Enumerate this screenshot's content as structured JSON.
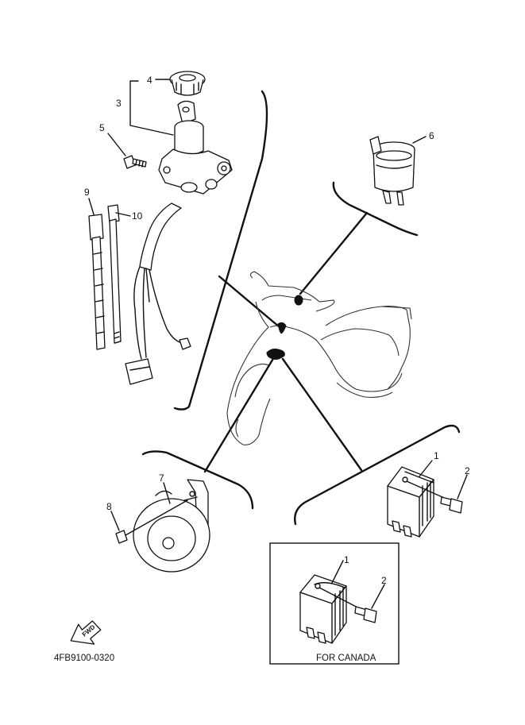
{
  "diagram_code": "4FB9100-0320",
  "canada_box_label": "FOR CANADA",
  "fwd_arrow_text": "FWD",
  "callouts": {
    "c1": "1",
    "c2": "2",
    "c3": "3",
    "c4": "4",
    "c5": "5",
    "c6": "6",
    "c7": "7",
    "c8": "8",
    "c9": "9",
    "c10": "10",
    "canada_c1": "1",
    "canada_c2": "2"
  }
}
